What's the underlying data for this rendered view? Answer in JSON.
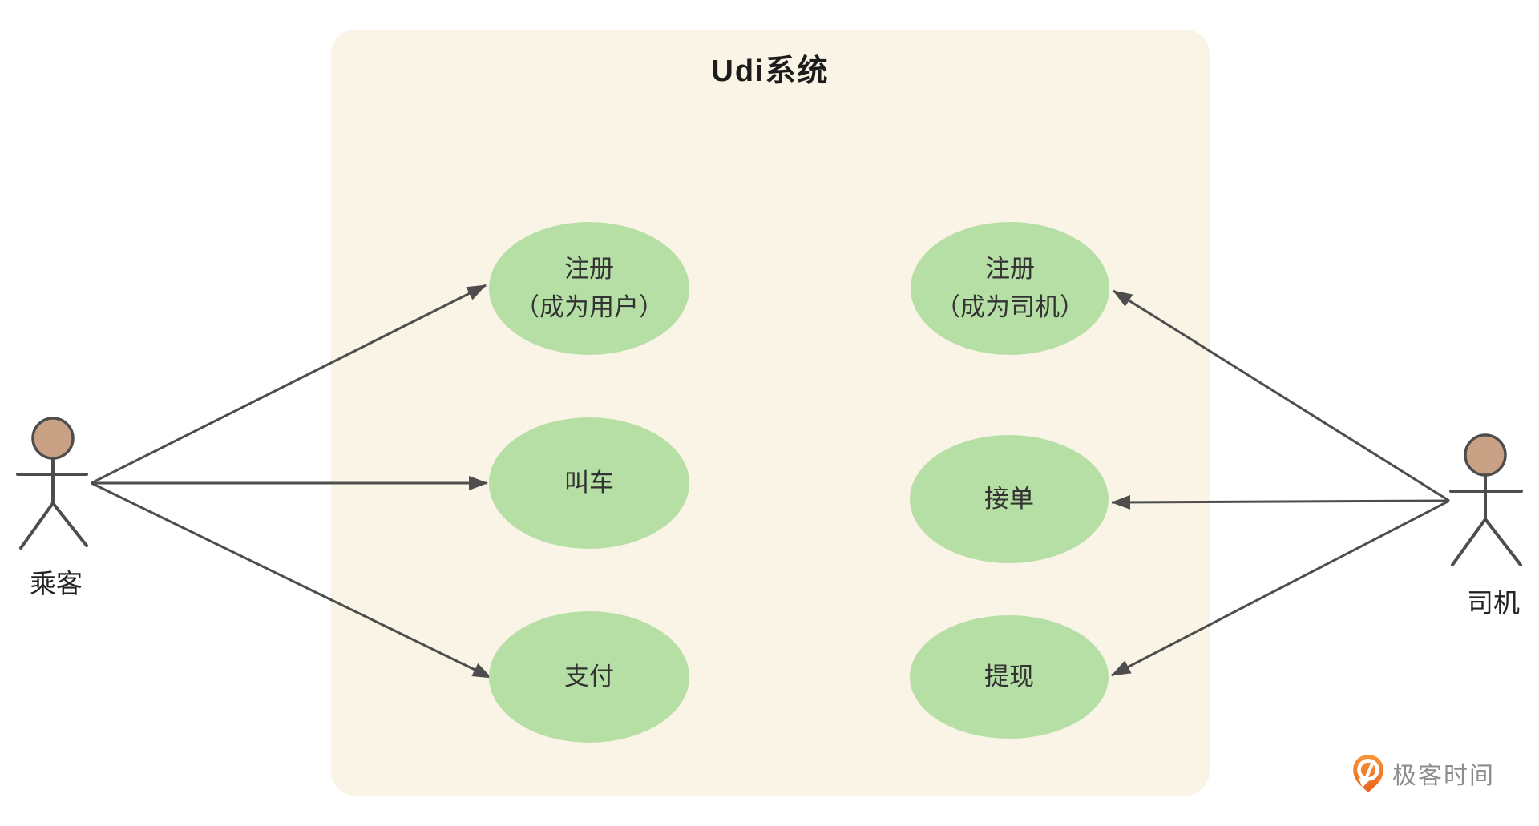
{
  "diagram": {
    "title": "Udi系统",
    "system_boundary": "Udi系统",
    "actors": [
      {
        "id": "passenger",
        "label": "乘客",
        "side": "left"
      },
      {
        "id": "driver",
        "label": "司机",
        "side": "right"
      }
    ],
    "usecases": {
      "left": [
        {
          "id": "register-user",
          "line1": "注册",
          "line2": "（成为用户）"
        },
        {
          "id": "call-car",
          "line1": "叫车",
          "line2": ""
        },
        {
          "id": "pay",
          "line1": "支付",
          "line2": ""
        }
      ],
      "right": [
        {
          "id": "register-driver",
          "line1": "注册",
          "line2": "（成为司机）"
        },
        {
          "id": "accept-order",
          "line1": "接单",
          "line2": ""
        },
        {
          "id": "withdraw",
          "line1": "提现",
          "line2": ""
        }
      ]
    },
    "connections": [
      {
        "from": "乘客",
        "to": "注册（成为用户）"
      },
      {
        "from": "乘客",
        "to": "叫车"
      },
      {
        "from": "乘客",
        "to": "支付"
      },
      {
        "from": "司机",
        "to": "注册（成为司机）"
      },
      {
        "from": "司机",
        "to": "接单"
      },
      {
        "from": "司机",
        "to": "提现"
      }
    ],
    "colors": {
      "panel_bg": "#faf4e6",
      "usecase_fill": "#b6dfa5",
      "stroke": "#4d4d4d",
      "actor_head_fill": "#c9a285",
      "logo_orange_top": "#f9953c",
      "logo_orange_bottom": "#ea621a",
      "logo_text": "#8c8c8c"
    }
  },
  "watermark": {
    "label": "极客时间",
    "icon": "geektime-pin-icon"
  }
}
